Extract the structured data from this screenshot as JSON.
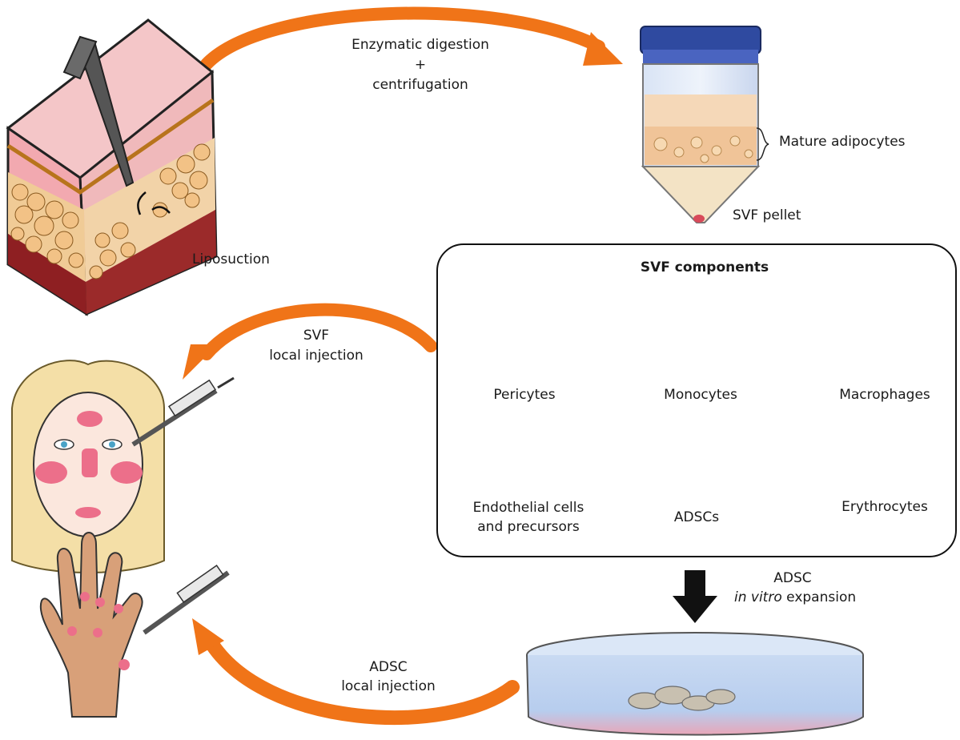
{
  "colors": {
    "arrow": "#f07418",
    "panel_border": "#111111",
    "text": "#1a1a1a"
  },
  "steps": {
    "digestion_line1": "Enzymatic digestion",
    "digestion_line2": "+",
    "digestion_line3": "centrifugation",
    "liposuction": "Liposuction",
    "mature_adipocytes": "Mature adipocytes",
    "svf_pellet": "SVF pellet",
    "svf_injection_line1": "SVF",
    "svf_injection_line2": "local injection",
    "adsc_expansion_line1": "ADSC",
    "adsc_expansion_italic": "in vitro",
    "adsc_expansion_rest": " expansion",
    "adsc_injection_line1": "ADSC",
    "adsc_injection_line2": "local injection"
  },
  "panel": {
    "title": "SVF components",
    "cells": [
      {
        "label": "Pericytes"
      },
      {
        "label": "Monocytes"
      },
      {
        "label": "Macrophages"
      },
      {
        "label": "Endothelial cells"
      },
      {
        "label": "and precursors"
      },
      {
        "label": "ADSCs"
      },
      {
        "label": "Erythrocytes"
      }
    ]
  }
}
